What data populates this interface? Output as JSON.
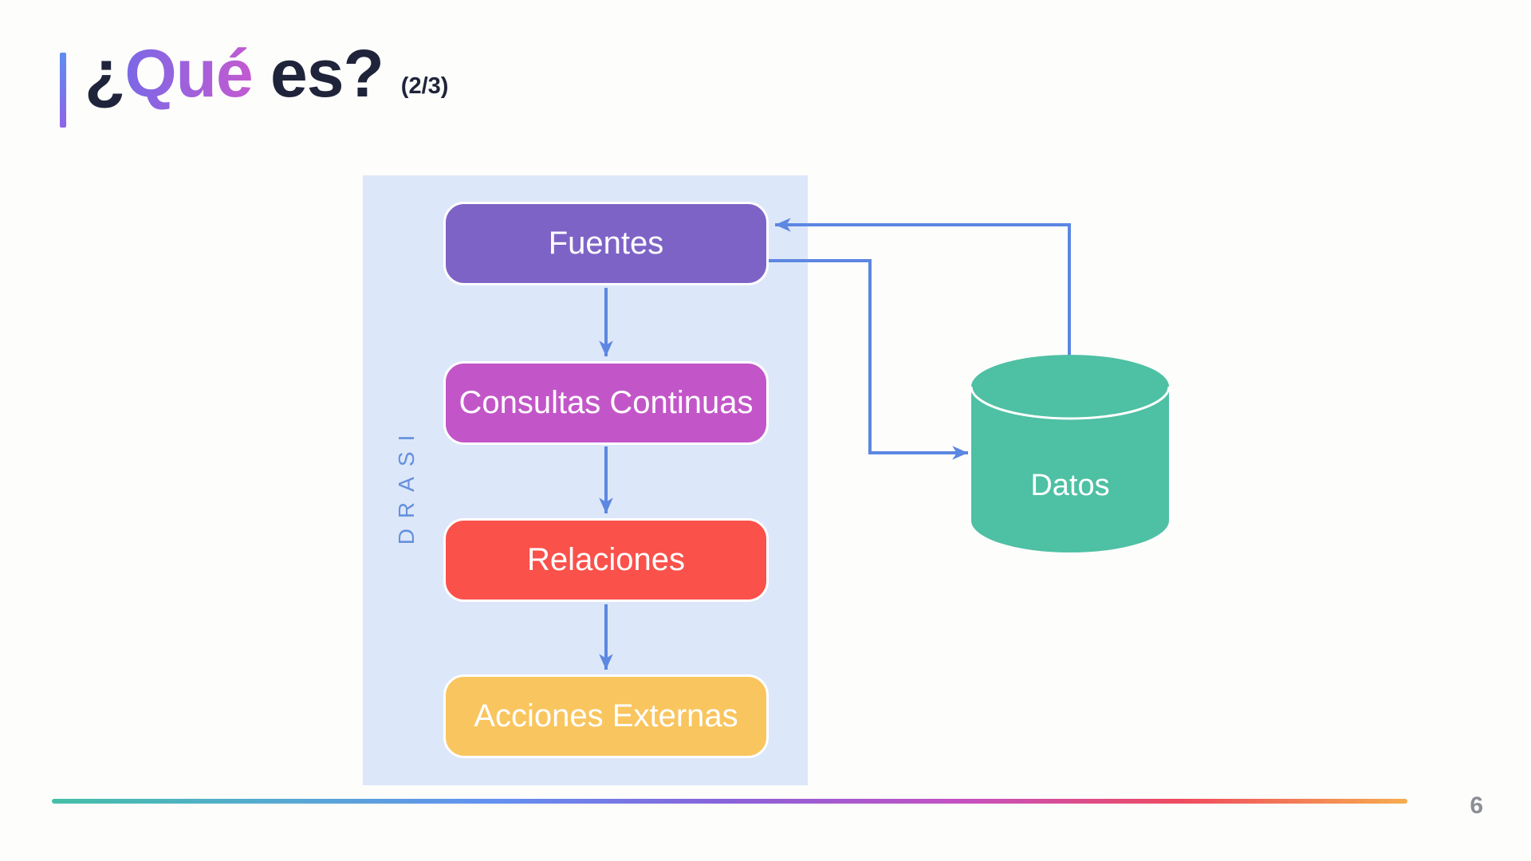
{
  "slide": {
    "title": {
      "opening": "¿",
      "highlight": "Qué",
      "rest": " es?",
      "counter": "(2/3)"
    },
    "page_number": "6"
  },
  "theme": {
    "background": "#fdfdfc",
    "title_color": "#20243a",
    "title_gradient": [
      "#7a68e6",
      "#c45ad0"
    ],
    "accent_bar_gradient": [
      "#5f8cf2",
      "#8e64e8"
    ],
    "counter_color": "#20243a",
    "page_number_color": "#8b8e94",
    "footer_gradient": [
      "#45bfa6",
      "#56aad2",
      "#648ff0",
      "#8a62d8",
      "#c351c4",
      "#ef4b5e",
      "#f6ad4f"
    ]
  },
  "diagram": {
    "group_label": "DRASI",
    "group_bg": "#dce7f9",
    "group_label_color": "#6590dd",
    "arrow_color": "#5c87e2",
    "node_text_color": "#ffffff",
    "nodes": [
      {
        "label": "Fuentes",
        "color": "#7e63c6"
      },
      {
        "label": "Consultas Continuas",
        "color": "#c256c8"
      },
      {
        "label": "Relaciones",
        "color": "#fa514b"
      },
      {
        "label": "Acciones Externas",
        "color": "#f9c55f"
      }
    ],
    "datastore": {
      "label": "Datos",
      "color": "#4ec0a4",
      "text_color": "#ffffff"
    }
  }
}
